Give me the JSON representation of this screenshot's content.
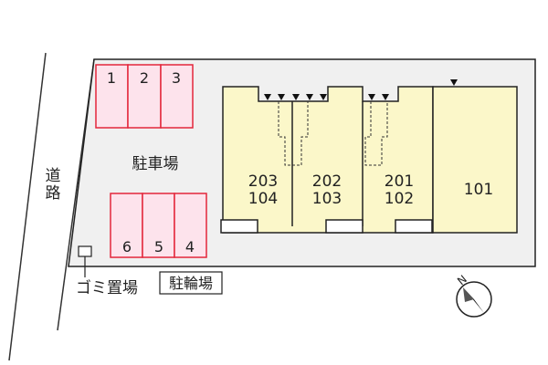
{
  "road": {
    "label_line1": "道",
    "label_line2": "路"
  },
  "parking": {
    "label": "駐車場",
    "spaces_top": [
      "1",
      "2",
      "3"
    ],
    "spaces_bottom": [
      "6",
      "5",
      "4"
    ]
  },
  "garbage": {
    "label": "ゴミ置場"
  },
  "bicycle": {
    "label": "駐輪場"
  },
  "units": [
    {
      "upper": "203",
      "lower": "104"
    },
    {
      "upper": "202",
      "lower": "103"
    },
    {
      "upper": "201",
      "lower": "102"
    },
    {
      "upper": "101",
      "lower": ""
    }
  ],
  "compass": {
    "label": "N"
  },
  "colors": {
    "site": "#f0f0f0",
    "parking_fill": "#fde3ec",
    "parking_stroke": "#e3263b",
    "building_fill": "#fbf7c9",
    "outline": "#222222"
  }
}
